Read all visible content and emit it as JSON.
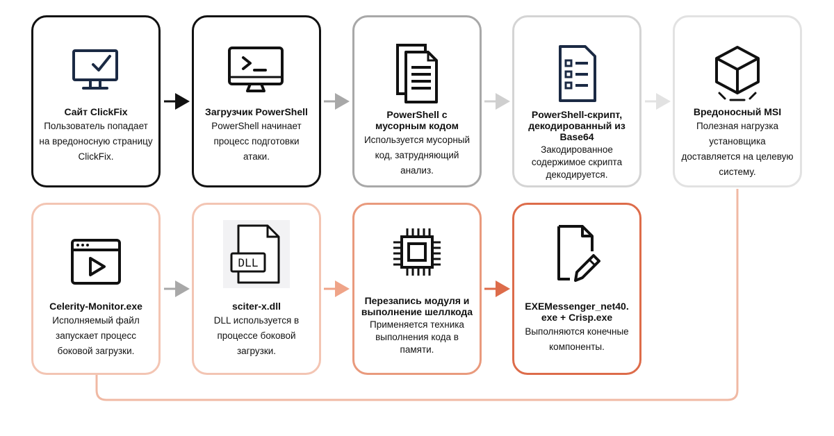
{
  "colors": {
    "black": "#111111",
    "gray_dark": "#a8a8a8",
    "gray_mid": "#cfcfcf",
    "gray_light": "#e2e2e2",
    "orange_light": "#f3c5b3",
    "orange_mid": "#e99a7d",
    "orange_dark": "#dd6c4a"
  },
  "row1": [
    {
      "icon": "monitor-check-icon",
      "title": "Сайт ClickFix",
      "desc": "Пользователь попадает на вредоносную страницу ClickFix."
    },
    {
      "icon": "terminal-monitor-icon",
      "title": "Загрузчик PowerShell",
      "desc": "PowerShell начинает процесс подготовки атаки."
    },
    {
      "icon": "documents-icon",
      "title": "PowerShell с мусорным кодом",
      "desc": "Используется мусорный код, затрудняющий анализ."
    },
    {
      "icon": "checklist-icon",
      "title": "PowerShell-скрипт, декодированный из Base64",
      "desc": "Закодированное содержимое скрипта декодируется."
    },
    {
      "icon": "cube-icon",
      "title": "Вредоносный MSI",
      "desc": "Полезная нагрузка установщика доставляется на целевую систему."
    }
  ],
  "row2": [
    {
      "icon": "video-window-icon",
      "title": "Celerity-Monitor.exe",
      "desc": "Исполняемый файл запускает процесс боковой загрузки."
    },
    {
      "icon": "dll-file-icon",
      "title": "sciter-x.dll",
      "desc": "DLL используется в процессе боковой загрузки.",
      "icon_label": "DLL"
    },
    {
      "icon": "cpu-chip-icon",
      "title": "Перезапись модуля и выполнение шеллкода",
      "desc": "Применяется техника выполнения кода в памяти."
    },
    {
      "icon": "file-edit-icon",
      "title": "EXEMessenger_net40. exe + Crisp.exe",
      "desc": "Выполняются конечные компоненты."
    }
  ]
}
